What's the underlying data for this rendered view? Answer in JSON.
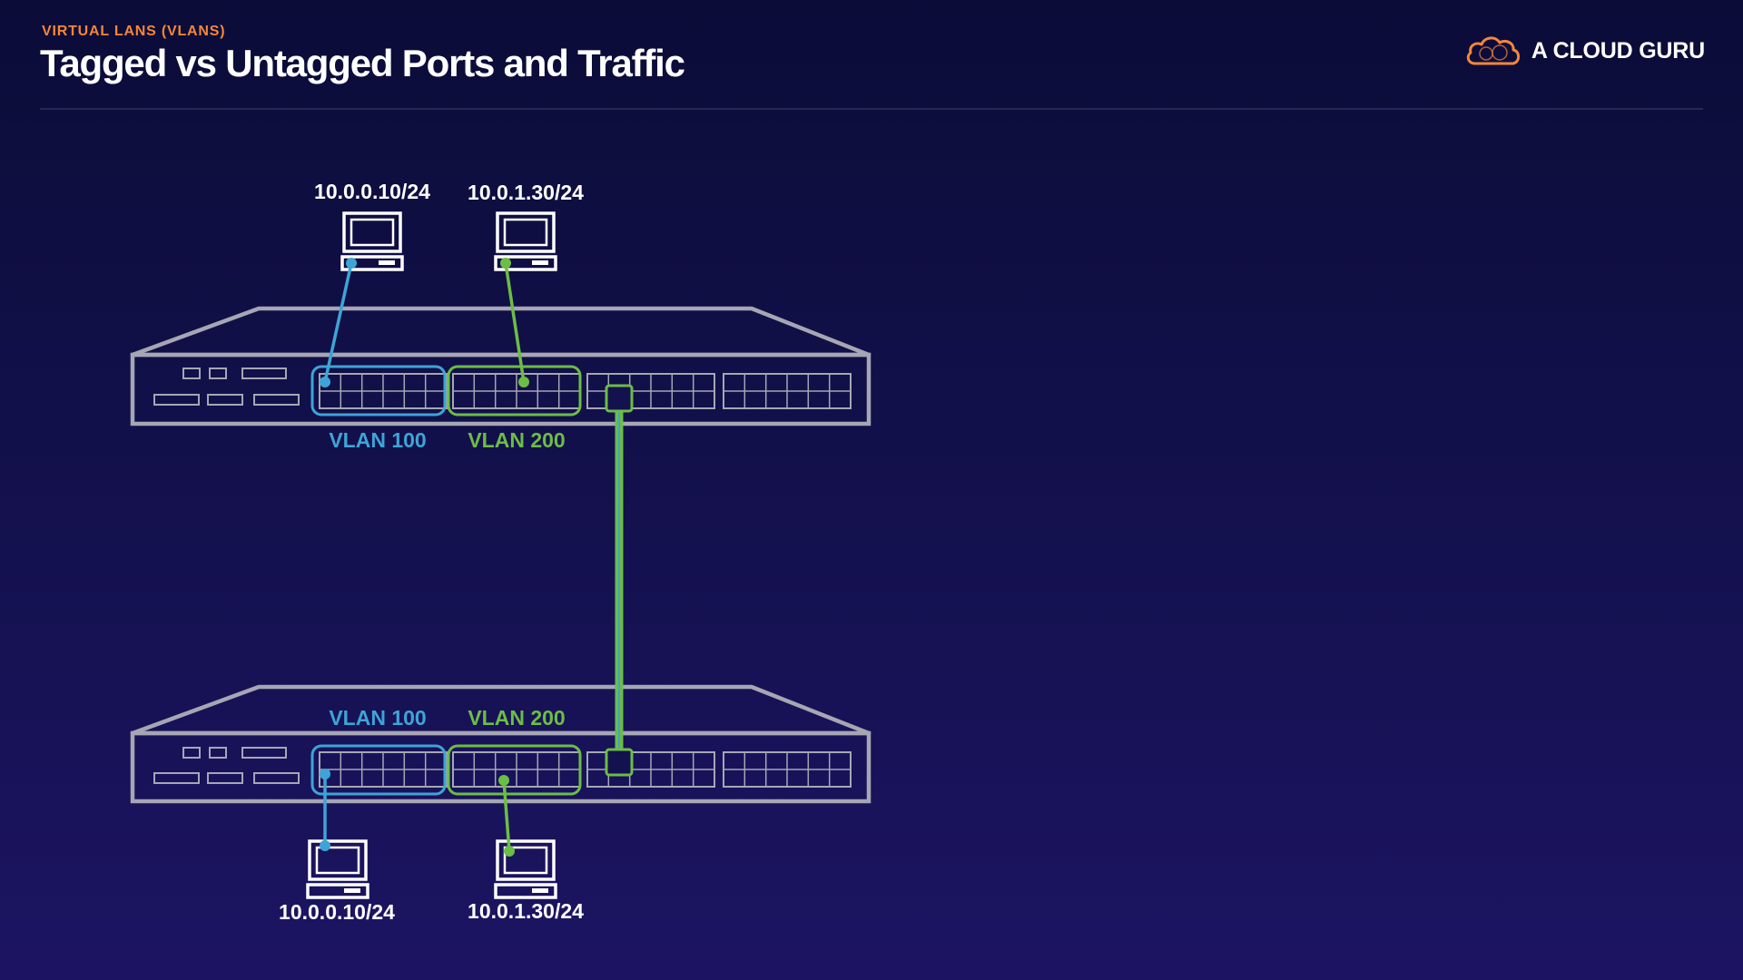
{
  "header": {
    "eyebrow": "VIRTUAL LANS (VLANS)",
    "title": "Tagged vs Untagged Ports and Traffic"
  },
  "brand": {
    "name": "A CLOUD GURU",
    "icon": "cloud-logo-icon",
    "accent": "#f5863a"
  },
  "colors": {
    "vlan100": "#3ea4d6",
    "vlan200": "#6cbd45",
    "switch_outline": "#a6a6b4",
    "trunk": "#6cbd45"
  },
  "diagram": {
    "top_switch": {
      "vlan_labels": [
        "VLAN 100",
        "VLAN 200"
      ],
      "hosts": [
        {
          "ip": "10.0.0.10/24",
          "vlan": "VLAN 100"
        },
        {
          "ip": "10.0.1.30/24",
          "vlan": "VLAN 200"
        }
      ]
    },
    "bottom_switch": {
      "vlan_labels": [
        "VLAN 100",
        "VLAN 200"
      ],
      "hosts": [
        {
          "ip": "10.0.0.10/24",
          "vlan": "VLAN 100"
        },
        {
          "ip": "10.0.1.30/24",
          "vlan": "VLAN 200"
        }
      ]
    }
  }
}
